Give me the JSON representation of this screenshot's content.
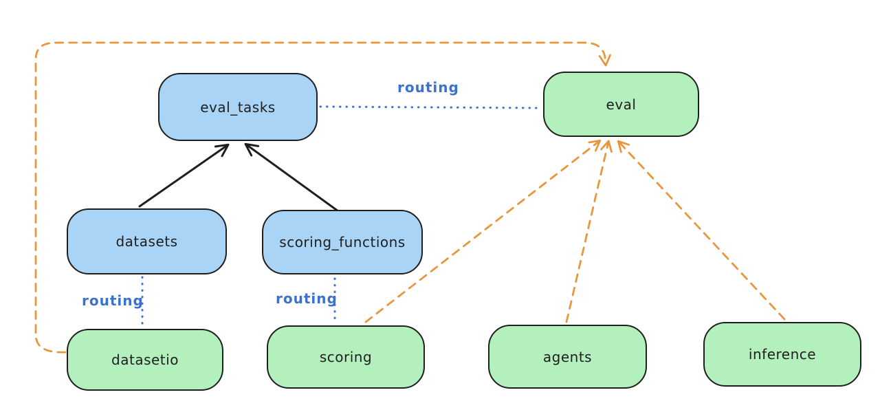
{
  "diagram": {
    "nodes": [
      {
        "id": "eval_tasks",
        "label": "eval_tasks",
        "kind": "resource",
        "fill": "#a9d4f5"
      },
      {
        "id": "eval",
        "label": "eval",
        "kind": "api",
        "fill": "#b4efbe"
      },
      {
        "id": "datasets",
        "label": "datasets",
        "kind": "resource",
        "fill": "#a9d4f5"
      },
      {
        "id": "scoring_functions",
        "label": "scoring_functions",
        "kind": "resource",
        "fill": "#a9d4f5"
      },
      {
        "id": "datasetio",
        "label": "datasetio",
        "kind": "api",
        "fill": "#b4efbe"
      },
      {
        "id": "scoring",
        "label": "scoring",
        "kind": "api",
        "fill": "#b4efbe"
      },
      {
        "id": "agents",
        "label": "agents",
        "kind": "api",
        "fill": "#b4efbe"
      },
      {
        "id": "inference",
        "label": "inference",
        "kind": "api",
        "fill": "#b4efbe"
      }
    ],
    "edges": [
      {
        "from": "datasets",
        "to": "eval_tasks",
        "style": "solid",
        "color": "#1e1e1e",
        "arrow": true,
        "label": ""
      },
      {
        "from": "scoring_functions",
        "to": "eval_tasks",
        "style": "solid",
        "color": "#1e1e1e",
        "arrow": true,
        "label": ""
      },
      {
        "from": "eval_tasks",
        "to": "eval",
        "style": "dotted",
        "color": "#3b72d1",
        "arrow": false,
        "label": "routing"
      },
      {
        "from": "datasets",
        "to": "datasetio",
        "style": "dotted",
        "color": "#3b72d1",
        "arrow": false,
        "label": "routing"
      },
      {
        "from": "scoring_functions",
        "to": "scoring",
        "style": "dotted",
        "color": "#3b72d1",
        "arrow": false,
        "label": "routing"
      },
      {
        "from": "datasetio",
        "to": "eval",
        "style": "dashed",
        "color": "#e8963c",
        "arrow": true,
        "label": ""
      },
      {
        "from": "scoring",
        "to": "eval",
        "style": "dashed",
        "color": "#e8963c",
        "arrow": true,
        "label": ""
      },
      {
        "from": "agents",
        "to": "eval",
        "style": "dashed",
        "color": "#e8963c",
        "arrow": true,
        "label": ""
      },
      {
        "from": "inference",
        "to": "eval",
        "style": "dashed",
        "color": "#e8963c",
        "arrow": true,
        "label": ""
      }
    ],
    "edge_labels": [
      {
        "text": "routing"
      },
      {
        "text": "routing"
      },
      {
        "text": "routing"
      }
    ],
    "colors": {
      "background": "#ffffff",
      "node_border": "#1e1e1e",
      "resource_fill": "#a9d4f5",
      "api_fill": "#b4efbe",
      "routing_blue": "#3b72d1",
      "dashed_orange": "#e8963c",
      "solid_black": "#1e1e1e"
    }
  }
}
